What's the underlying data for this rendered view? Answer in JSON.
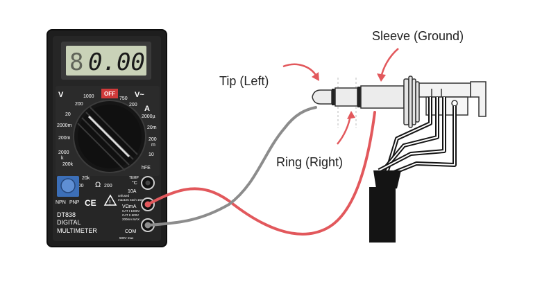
{
  "labels": {
    "sleeve": "Sleeve (Ground)",
    "tip": "Tip (Left)",
    "ring": "Ring (Right)"
  },
  "multimeter": {
    "display": "0.00",
    "model": "DT838",
    "name_line1": "DIGITAL",
    "name_line2": "MULTIMETER",
    "ce": "CE",
    "dial_labels": {
      "v_dc": "V",
      "off": "OFF",
      "v_ac": "V~",
      "a_dc": "A",
      "d1000_left": "1000",
      "d200_a": "200",
      "d20": "20",
      "d2000m_l": "2000m",
      "d200m_l": "200m",
      "d2000k": "2000",
      "dk": "k",
      "d200k": "200k",
      "d20k": "20k",
      "d2000": "2000",
      "d200_b": "200",
      "d750": "750",
      "d200_c": "200",
      "d2000u": "2000µ",
      "d20m": "20m",
      "d200m_r": "200",
      "dm_r": "m",
      "d10": "10",
      "hfe": "hFE",
      "temp": "TEMP",
      "degc": "°C",
      "ohm": "Ω"
    },
    "npn": "NPN",
    "pnp": "PNP",
    "port_10a": "10A",
    "port_vma": "VΩmA",
    "port_com": "COM",
    "fine_1": "unfused",
    "fine_2": "max10s each 15m",
    "fine_3": "CAT I 1000V",
    "fine_4": "CAT II 600V",
    "fine_5": "200mA MAX",
    "fine_6": "500V max"
  },
  "colors": {
    "body": "#1e1e1e",
    "lcd": "#c9d2b8",
    "red_wire": "#e2585c",
    "grey_wire": "#8c8c8c",
    "arrow": "#e2585c",
    "jack_metal": "#e9e9e9",
    "cable": "#141414"
  }
}
